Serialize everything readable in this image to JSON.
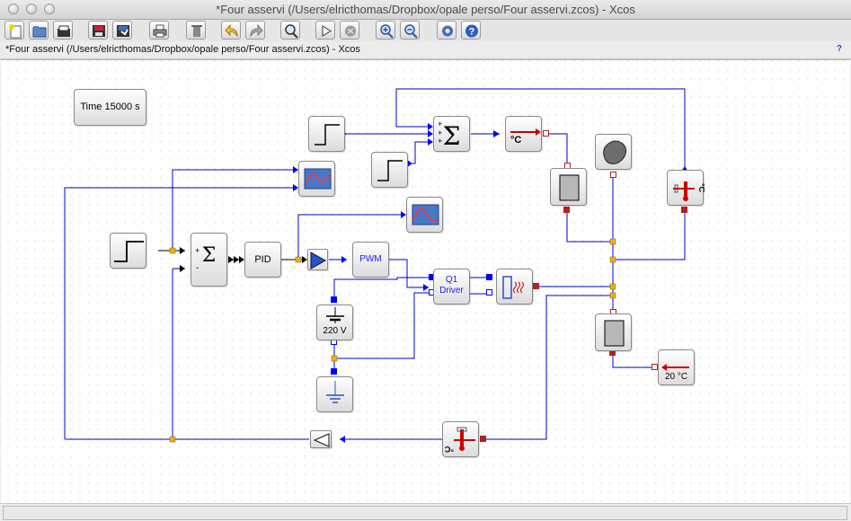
{
  "window": {
    "title": "*Four asservi (/Users/elricthomas/Dropbox/opale perso/Four asservi.zcos) - Xcos",
    "tab_title": "*Four asservi (/Users/elricthomas/Dropbox/opale perso/Four asservi.zcos) - Xcos",
    "help_mark": "?"
  },
  "toolbar": {
    "buttons": [
      {
        "name": "new-diagram",
        "icon": "new-document-icon"
      },
      {
        "name": "open",
        "icon": "open-folder-icon"
      },
      {
        "name": "open-in-scilab",
        "icon": "open-file-icon"
      },
      {
        "name": "save",
        "icon": "save-icon"
      },
      {
        "name": "save-as",
        "icon": "save-as-icon"
      },
      {
        "name": "print",
        "icon": "print-icon"
      },
      {
        "name": "delete",
        "icon": "trash-icon"
      },
      {
        "name": "undo",
        "icon": "undo-icon"
      },
      {
        "name": "redo",
        "icon": "redo-icon"
      },
      {
        "name": "fit-diagram",
        "icon": "fit-view-icon"
      },
      {
        "name": "start",
        "icon": "play-icon"
      },
      {
        "name": "stop",
        "icon": "stop-icon"
      },
      {
        "name": "zoom-in",
        "icon": "zoom-in-icon"
      },
      {
        "name": "zoom-out",
        "icon": "zoom-out-icon"
      },
      {
        "name": "setup",
        "icon": "gear-icon"
      },
      {
        "name": "help",
        "icon": "help-icon"
      }
    ]
  },
  "diagram": {
    "time_label": "Time 15000 s",
    "pid_label": "PID",
    "pwm_label": "PWM",
    "driver_label_1": "Q1",
    "driver_label_2": "Driver",
    "voltage_label": "220 V",
    "ambient_label": "20 °C",
    "celsius_label": "°C",
    "sigma_symbol": "Σ",
    "sum1_signs": [
      "+",
      "-"
    ],
    "sum2_signs": [
      "+",
      "+",
      "+"
    ]
  },
  "colors": {
    "wire_blue": "#0000cc",
    "port_blue": "#0000ff",
    "port_red": "#b22222",
    "split_orange": "#e8b020",
    "thermal_red": "#cc0000"
  }
}
